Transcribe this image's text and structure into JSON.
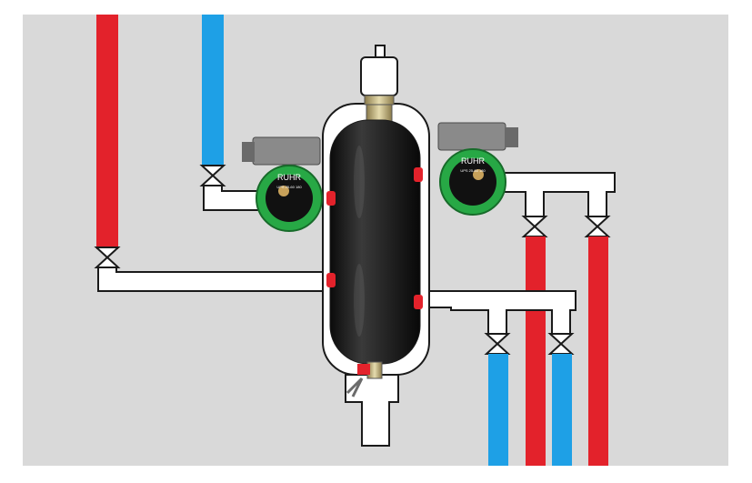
{
  "colors": {
    "background": "#d9d9d9",
    "hot_pipe": "#e3222b",
    "cold_pipe": "#1ea0e6",
    "connector_pipe": "#ffffff",
    "separator_body": "#1c1c1c",
    "pump_body": "#27a845",
    "pump_motor": "#8a8a8a"
  },
  "pumps": [
    {
      "brand": "RUHR",
      "model": "UPS 25-60 180"
    },
    {
      "brand": "RUHR",
      "model": "UPS 25-60 180"
    }
  ],
  "icons": [
    "valve-icon",
    "circulation-pump-icon",
    "hydraulic-separator-icon",
    "air-vent-icon",
    "drain-valve-icon"
  ]
}
